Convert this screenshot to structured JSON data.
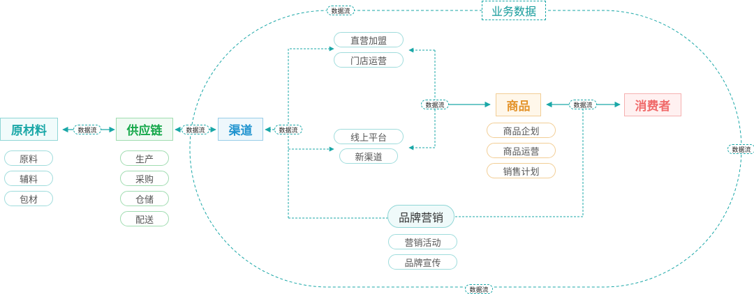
{
  "title": "业务数据",
  "flow_label": "数据流",
  "nodes": {
    "raw": {
      "label": "原材料",
      "items": [
        "原料",
        "辅料",
        "包材"
      ]
    },
    "supply": {
      "label": "供应链",
      "items": [
        "生产",
        "采购",
        "仓储",
        "配送"
      ]
    },
    "channel": {
      "label": "渠道"
    },
    "offline": {
      "items": [
        "直营加盟",
        "门店运营"
      ]
    },
    "online": {
      "items": [
        "线上平台",
        "新渠道"
      ]
    },
    "goods": {
      "label": "商品",
      "items": [
        "商品企划",
        "商品运营",
        "销售计划"
      ]
    },
    "consumer": {
      "label": "消费者"
    },
    "brand": {
      "label": "品牌营销",
      "items": [
        "营销活动",
        "品牌宣传"
      ]
    }
  },
  "colors": {
    "teal": "#1aa7a7",
    "green": "#15a84a",
    "blue": "#1f93cf",
    "orange": "#e3932a",
    "red": "#f06a6a",
    "gray": "#555555"
  }
}
